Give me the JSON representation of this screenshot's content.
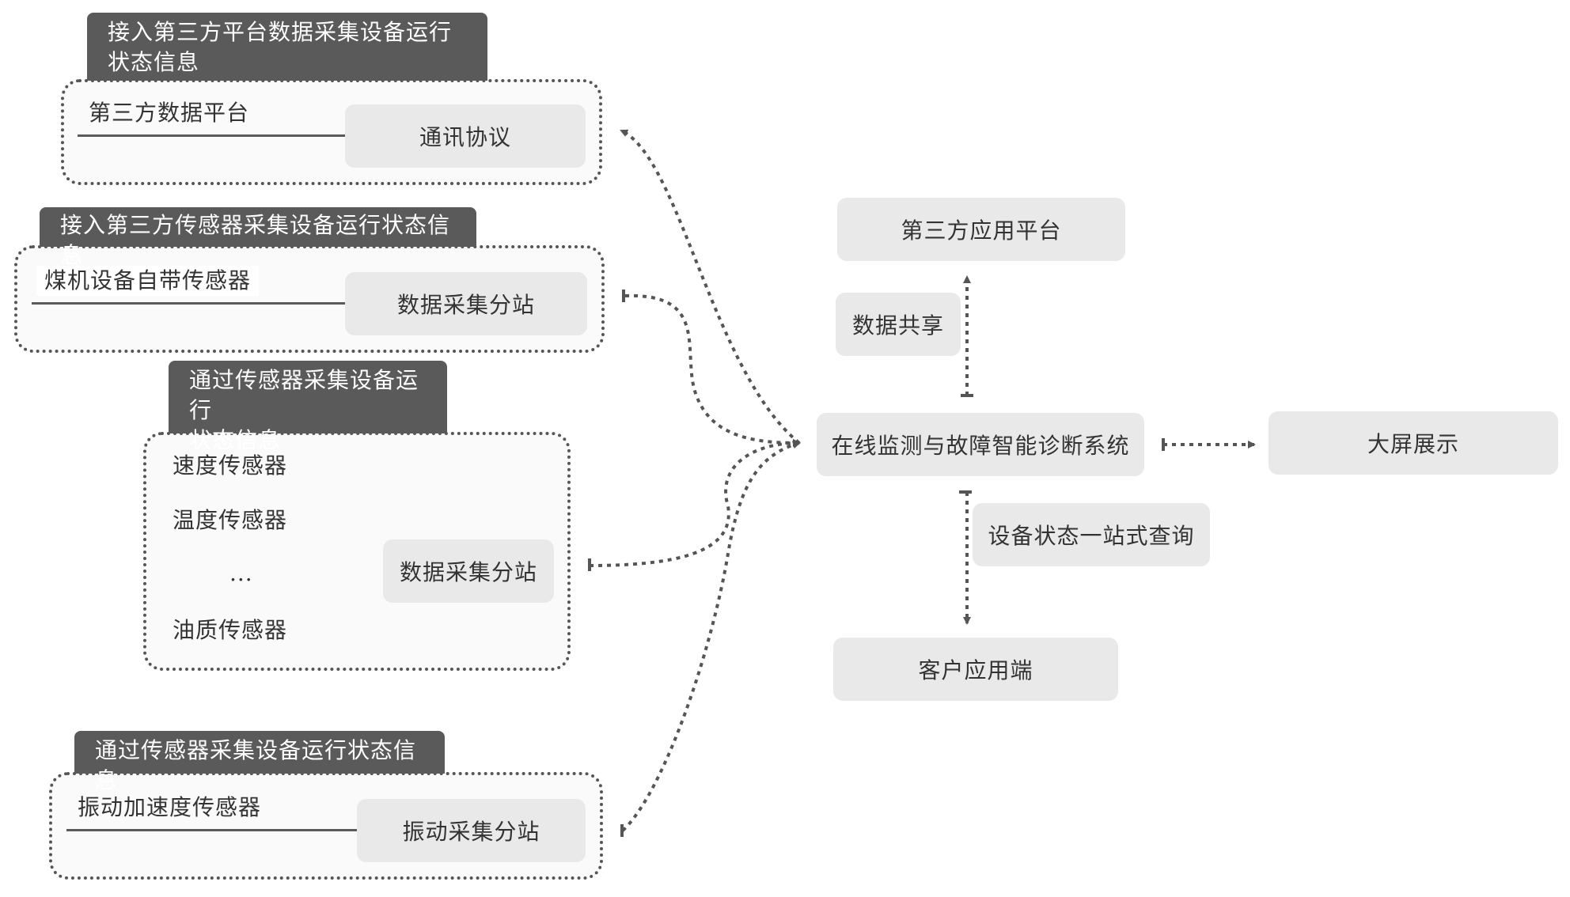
{
  "groups": [
    {
      "header": "接入第三方平台数据采集设备运行\n状态信息",
      "sources": [
        "第三方数据平台"
      ],
      "station": "通讯协议"
    },
    {
      "header": "接入第三方传感器采集设备运行状态信息",
      "sources": [
        "煤机设备自带传感器"
      ],
      "station": "数据采集分站"
    },
    {
      "header": "通过传感器采集设备运行\n状态信息",
      "sources": [
        "速度传感器",
        "温度传感器",
        "...",
        "油质传感器"
      ],
      "station": "数据采集分站"
    },
    {
      "header": "通过传感器采集设备运行状态信息",
      "sources": [
        "振动加速度传感器"
      ],
      "station": "振动采集分站"
    }
  ],
  "center": {
    "system": "在线监测与故障智能诊断系统",
    "top_edge_label": "数据共享",
    "top_target": "第三方应用平台",
    "bottom_edge_label": "设备状态一站式查询",
    "bottom_target": "客户应用端",
    "right_target": "大屏展示"
  },
  "colors": {
    "header_bg": "#5a5a5a",
    "node_bg": "#e9e9e9",
    "group_bg": "#fafafa",
    "line": "#555555"
  }
}
